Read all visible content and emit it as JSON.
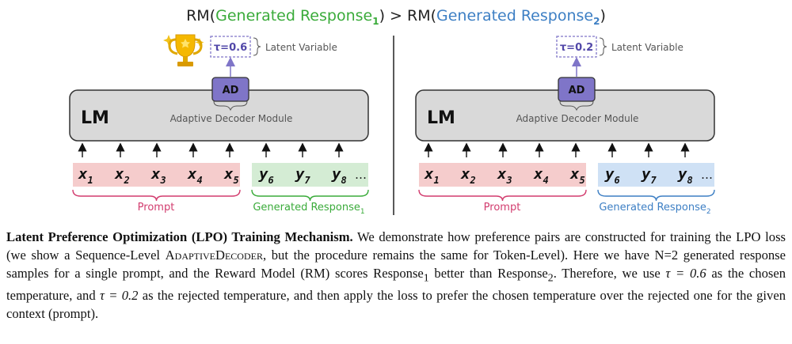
{
  "figure": {
    "title": {
      "rm_open": "RM(",
      "chosen": "Generated Response",
      "chosen_sub": "1",
      "mid": ") > RM(",
      "rejected": "Generated Response",
      "rejected_sub": "2",
      "close": ")"
    },
    "colors": {
      "chosen": "#3aab3a",
      "rejected": "#3d7fc4",
      "prompt": "#d23c6e",
      "ad": "#7f75c8",
      "tau": "#5147a8"
    },
    "panels": [
      {
        "lm_label": "LM",
        "module_label": "Adaptive Decoder Module",
        "ad_label": "AD",
        "tau": "τ=0.6",
        "latent_label": "Latent Variable",
        "prompt_tokens": [
          {
            "t": "x",
            "s": "1"
          },
          {
            "t": "x",
            "s": "2"
          },
          {
            "t": "x",
            "s": "3"
          },
          {
            "t": "x",
            "s": "4"
          },
          {
            "t": "x",
            "s": "5"
          }
        ],
        "response_tokens": [
          {
            "t": "y",
            "s": "6"
          },
          {
            "t": "y",
            "s": "7"
          },
          {
            "t": "y",
            "s": "8"
          }
        ],
        "ellipsis": "…",
        "prompt_label": "Prompt",
        "response_label": "Generated Response",
        "response_sub": "1",
        "icon": "trophy-icon"
      },
      {
        "lm_label": "LM",
        "module_label": "Adaptive Decoder Module",
        "ad_label": "AD",
        "tau": "τ=0.2",
        "latent_label": "Latent Variable",
        "prompt_tokens": [
          {
            "t": "x",
            "s": "1"
          },
          {
            "t": "x",
            "s": "2"
          },
          {
            "t": "x",
            "s": "3"
          },
          {
            "t": "x",
            "s": "4"
          },
          {
            "t": "x",
            "s": "5"
          }
        ],
        "response_tokens": [
          {
            "t": "y",
            "s": "6"
          },
          {
            "t": "y",
            "s": "7"
          },
          {
            "t": "y",
            "s": "8"
          }
        ],
        "ellipsis": "…",
        "prompt_label": "Prompt",
        "response_label": "Generated Response",
        "response_sub": "2"
      }
    ]
  },
  "caption": {
    "title": "Latent Preference Optimization (LPO) Training Mechanism.",
    "p1": " We demonstrate how preference pairs are constructed for training the LPO loss (we show a Sequence-Level ",
    "adaptive_decoder": "AdaptiveDecoder",
    "p2": ", but the procedure remains the same for Token-Level). Here we have N=2 generated response samples for a single prompt, and the Reward Model (RM) scores Response",
    "sub1": "1",
    "p3": " better than Response",
    "sub2": "2",
    "p4": ". Therefore, we use ",
    "tau1": "τ = 0.6",
    "p5": " as the chosen temperature, and ",
    "tau2": "τ = 0.2",
    "p6": " as the rejected temperature, and then apply the loss to prefer the chosen temperature over the rejected one for the given context (prompt)."
  }
}
